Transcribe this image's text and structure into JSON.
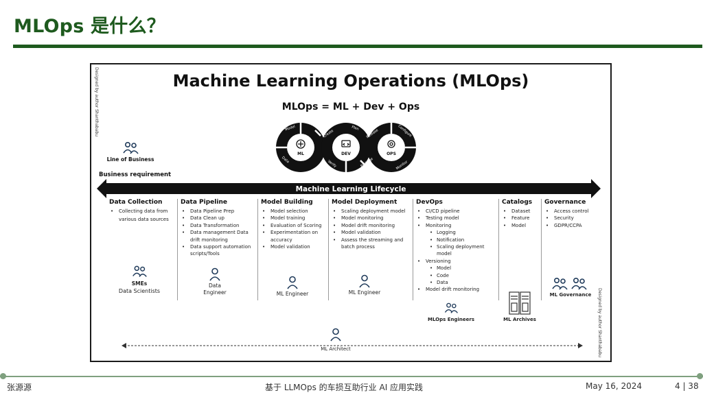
{
  "slide": {
    "title": "MLOps 是什么？"
  },
  "figure": {
    "title": "Machine Learning Operations (MLOps)",
    "subtitle": "MLOps = ML + Dev + Ops",
    "credit": "Designed by author Shanthababu",
    "cycle": {
      "hubs": [
        "ML",
        "DEV",
        "OPS"
      ],
      "steps": [
        "Model",
        "Create",
        "Plan",
        "Release",
        "Configure",
        "Monitor",
        "Package",
        "Verify",
        "Data"
      ]
    },
    "line_of_business": "Line of Business",
    "business_requirement": "Business requirement",
    "lifecycle_label": "Machine Learning Lifecycle",
    "columns": [
      {
        "heading": "Data Collection",
        "items": [
          "Collecting data from"
        ],
        "continuation": "various data sources"
      },
      {
        "heading": "Data Pipeline",
        "items": [
          "Data Pipeline Prep",
          "Data Clean up",
          "Data Transformation",
          "Data management Data drift monitoring",
          "Data support automation scripts/Tools"
        ]
      },
      {
        "heading": "Model Building",
        "items": [
          "Model selection",
          "Model training",
          "Evaluation of Scoring",
          "Experimentation on accuracy",
          "Model validation"
        ]
      },
      {
        "heading": "Model Deployment",
        "items": [
          "Scaling deployment model",
          "Model monitoring",
          "Model drift monitoring",
          "Model validation",
          "Assess the streaming and batch process"
        ]
      },
      {
        "heading": "DevOps",
        "items": [
          "CI/CD pipeline",
          "Testing model",
          "Monitoring"
        ],
        "monitoring_sub": [
          "Logging",
          "Notification",
          "Scaling deployment model"
        ],
        "items2": [
          "Versioning"
        ],
        "versioning_sub": [
          "Model",
          "Code",
          "Data"
        ],
        "items3": [
          "Model drift monitoring"
        ]
      },
      {
        "heading": "Catalogs",
        "items": [
          "Dataset",
          "Feature",
          "Model"
        ]
      },
      {
        "heading": "Governance",
        "items": [
          "Access control",
          "Security",
          "GDPR/CCPA"
        ]
      }
    ],
    "roles": {
      "smes": "SMEs",
      "data_scientists": "Data Scientists",
      "data_engineer_1": "Data",
      "data_engineer_2": "Engineer",
      "ml_engineer_1": "ML Engineer",
      "ml_engineer_2": "ML Engineer",
      "mlops_engineers": "MLOps Engineers",
      "ml_archives": "ML Archives",
      "ml_governance": "ML Governance",
      "ml_architect": "ML Architect"
    }
  },
  "footer": {
    "author": "张源源",
    "talk_title": "基于 LLMOps 的车损互助行业 AI 应用实践",
    "date": "May 16, 2024",
    "page": "4 | 38"
  },
  "colors": {
    "title_green": "#1e5a1e",
    "rule_green": "#1e5a1e",
    "footer_green": "#7fa07f",
    "ink": "#111111",
    "arrow": "#111111"
  }
}
